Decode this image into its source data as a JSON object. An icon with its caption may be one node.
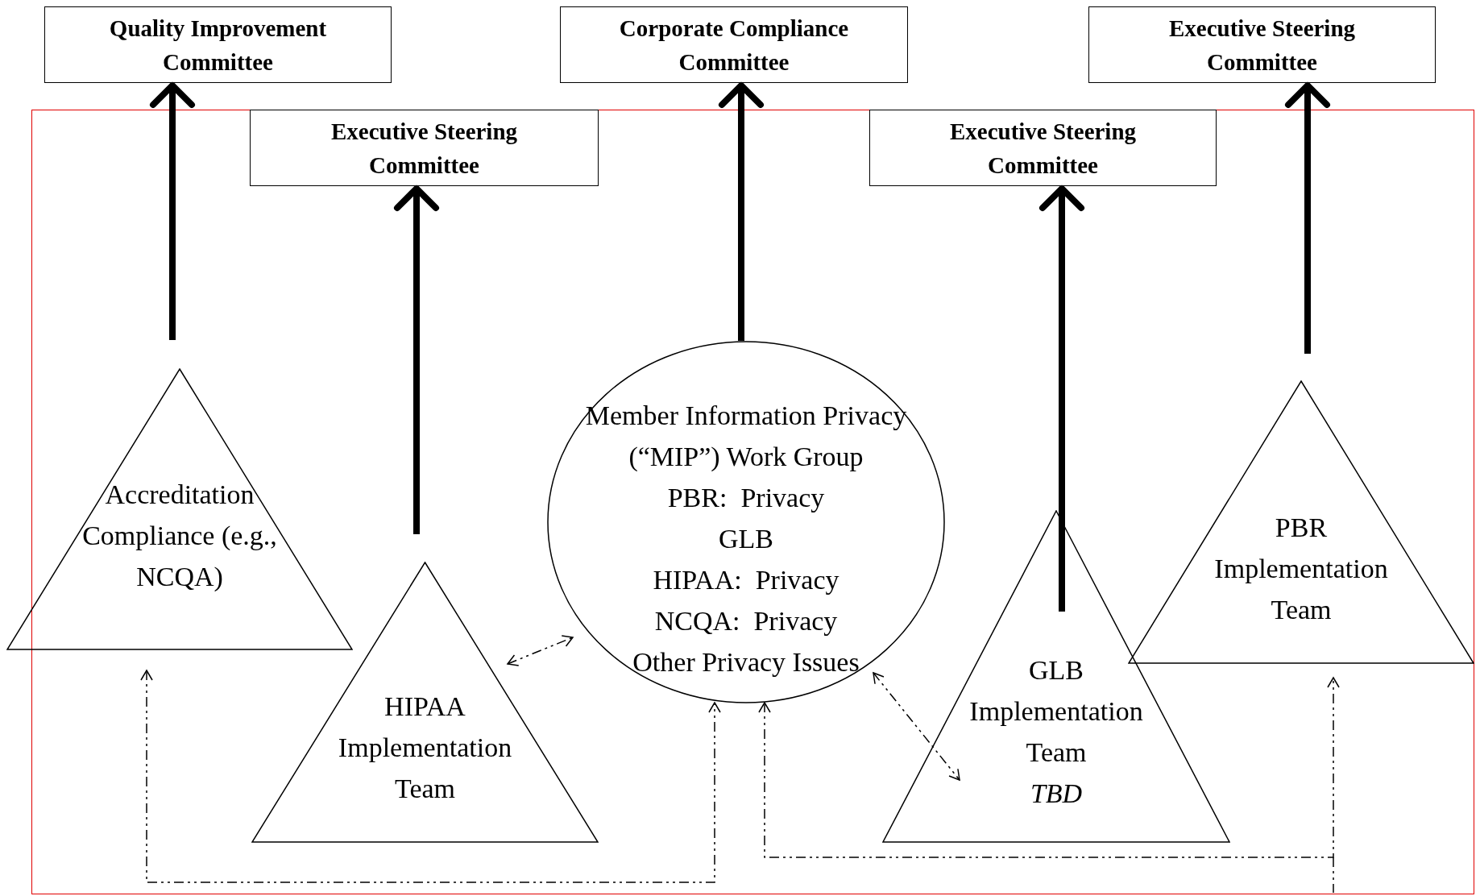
{
  "diagram": {
    "nodes": [
      {
        "text": [
          "Quality Improvement Committee"
        ]
      },
      {
        "text": [
          "Corporate Compliance Committee"
        ]
      },
      {
        "text": [
          "Executive Steering Committee"
        ]
      },
      {
        "text": [
          "Executive Steering Committee"
        ]
      },
      {
        "text": [
          "Executive Steering Committee"
        ]
      },
      {
        "text": [
          "Accreditation Compliance (e.g., NCQA)"
        ]
      },
      {
        "text": [
          "Member Information Privacy (“MIP”) Work Group",
          "PBR:  Privacy",
          "GLB",
          "HIPAA:  Privacy",
          "NCQA:  Privacy",
          "Other Privacy Issues"
        ]
      },
      {
        "text": [
          "HIPAA Implementation Team"
        ]
      },
      {
        "text": [
          "GLB Implementation Team",
          "TBD"
        ]
      },
      {
        "text": [
          "PBR Implementation Team"
        ]
      }
    ],
    "edges": [
      {
        "from": 5,
        "to": 0,
        "arrow": "to"
      },
      {
        "from": 7,
        "to": 3,
        "arrow": "to"
      },
      {
        "from": 6,
        "to": 1,
        "arrow": "to"
      },
      {
        "from": 8,
        "to": 4,
        "arrow": "to"
      },
      {
        "from": 9,
        "to": 2,
        "arrow": "to"
      },
      {
        "from": 5,
        "to": 6,
        "arrow": "both",
        "style": "dashed"
      },
      {
        "from": 6,
        "to": 9,
        "arrow": "both",
        "style": "dashed"
      },
      {
        "from": 7,
        "to": 6,
        "arrow": "both",
        "style": "dashed"
      },
      {
        "from": 6,
        "to": 8,
        "arrow": "both",
        "style": "dashed"
      }
    ]
  }
}
